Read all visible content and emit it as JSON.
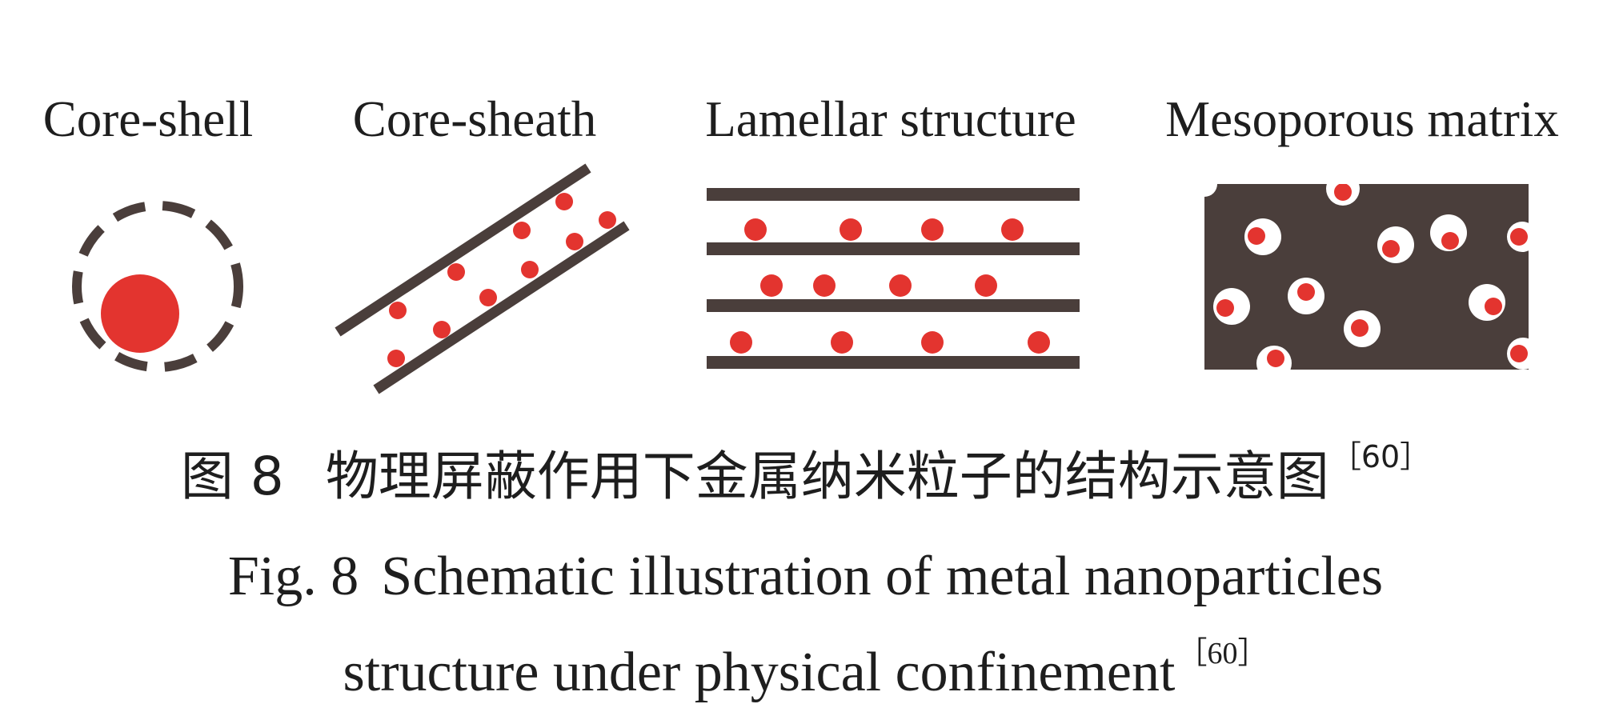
{
  "panels": [
    {
      "label": "Core-shell"
    },
    {
      "label": "Core-sheath"
    },
    {
      "label": "Lamellar structure"
    },
    {
      "label": "Mesoporous matrix"
    }
  ],
  "caption": {
    "cn_fig": "图 8",
    "cn_text": "物理屏蔽作用下金属纳米粒子的结构示意图",
    "ref": "［60］",
    "en_fig": "Fig. 8",
    "en_line1": "Schematic illustration of metal nanoparticles",
    "en_line2": "structure under physical confinement",
    "en_ref": "［60］"
  },
  "colors": {
    "matrix": "#4a3e3b",
    "particle": "#e3342f",
    "pore": "#ffffff",
    "text": "#1e1e1e"
  }
}
